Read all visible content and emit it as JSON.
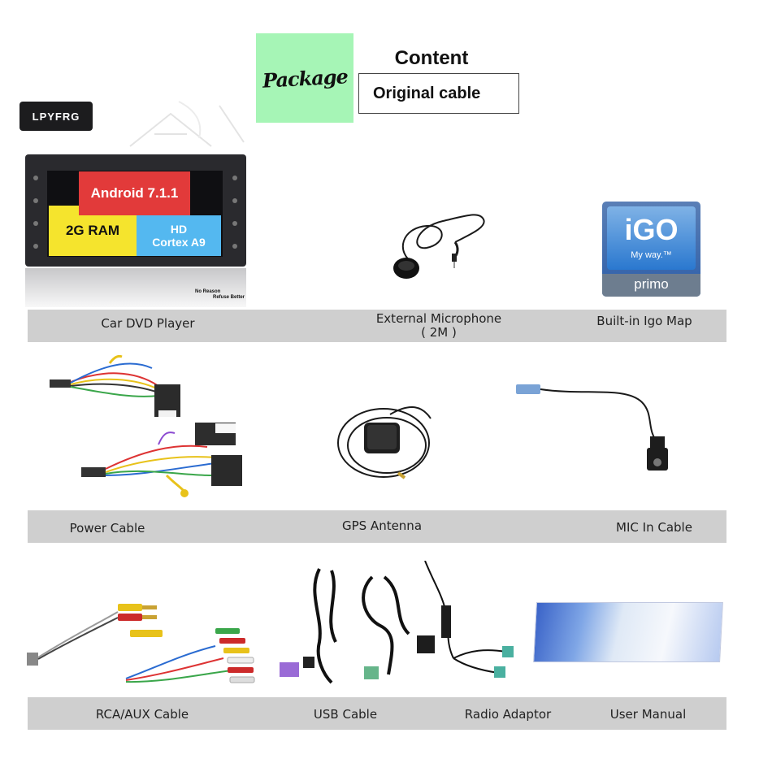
{
  "header": {
    "package_label": "Package",
    "content_title": "Content",
    "content_value": "Original cable"
  },
  "brand": "LPYFRG",
  "product": {
    "android": "Android 7.1.1",
    "ram": "2G RAM",
    "cpu_line1": "HD",
    "cpu_line2": "Cortex A9",
    "note_line1": "No Reason",
    "note_line2": "Refuse Better"
  },
  "igo": {
    "logo": "iGO",
    "sub": "My way.™",
    "product": "primo"
  },
  "rows": [
    {
      "items": [
        {
          "label": "Car DVD Player"
        },
        {
          "label": "External Microphone",
          "sub": "( 2M )"
        },
        {
          "label": "Built-in Igo Map"
        }
      ]
    },
    {
      "items": [
        {
          "label": "Power Cable"
        },
        {
          "label": "GPS Antenna"
        },
        {
          "label": "MIC In Cable"
        }
      ]
    },
    {
      "items": [
        {
          "label": "RCA/AUX Cable"
        },
        {
          "label": "USB Cable"
        },
        {
          "label": "Radio Adaptor"
        },
        {
          "label": "User Manual"
        }
      ]
    }
  ],
  "colors": {
    "package_bg": "#a6f5b6",
    "label_bar": "#cfcfcf",
    "android_tile": "#e23a3a",
    "ram_tile": "#f5e42d",
    "cortex_tile": "#54b8f0"
  }
}
